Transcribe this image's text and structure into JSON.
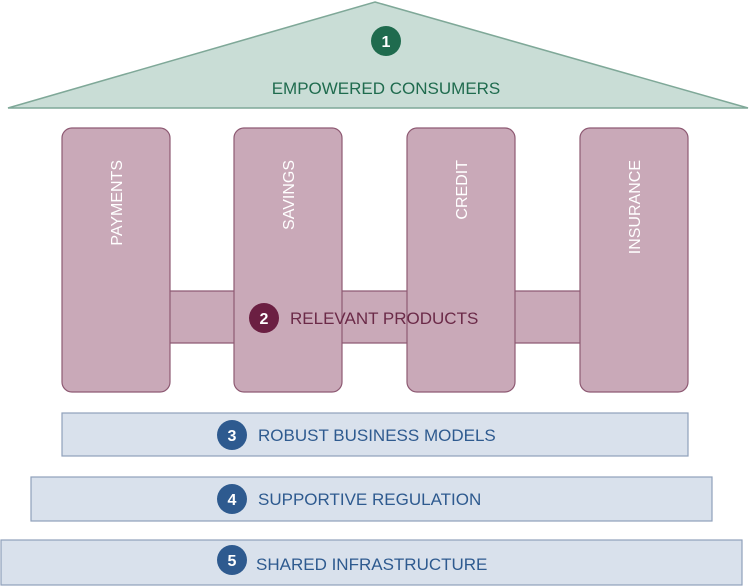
{
  "roof": {
    "number": "1",
    "label": "EMPOWERED CONSUMERS"
  },
  "pillars": [
    {
      "label": "PAYMENTS"
    },
    {
      "label": "SAVINGS"
    },
    {
      "label": "CREDIT"
    },
    {
      "label": "INSURANCE"
    }
  ],
  "products": {
    "number": "2",
    "label": "RELEVANT PRODUCTS"
  },
  "tiers": [
    {
      "number": "3",
      "label": "ROBUST BUSINESS MODELS"
    },
    {
      "number": "4",
      "label": "SUPPORTIVE REGULATION"
    },
    {
      "number": "5",
      "label": "SHARED INFRASTRUCTURE"
    }
  ],
  "colors": {
    "roof_fill": "#c9ddd6",
    "roof_stroke": "#7fa898",
    "roof_text": "#1f6b4e",
    "badge_green": "#1f6b4e",
    "pillar_fill": "#c9a9b8",
    "pillar_stroke": "#8e5a73",
    "pillar_text": "#ffffff",
    "products_text": "#6b2a48",
    "badge_maroon": "#6b1f42",
    "tier_fill": "#d9e1ec",
    "tier_stroke": "#8fa1bb",
    "tier_text": "#2e5a8f",
    "badge_blue": "#2e5a8f"
  }
}
